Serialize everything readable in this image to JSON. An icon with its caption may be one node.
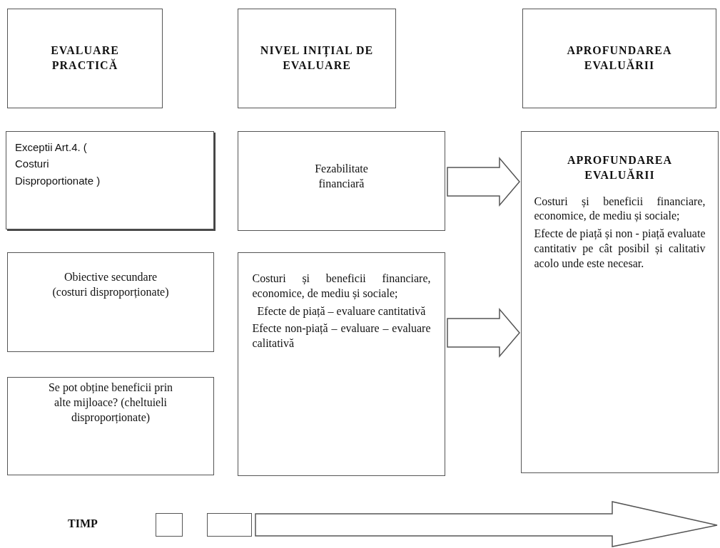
{
  "diagram": {
    "nodes": [
      {
        "text": [
          "EVALUARE PRACTICĂ"
        ]
      },
      {
        "text": [
          "NIVEL INIȚIAL DE EVALUARE"
        ]
      },
      {
        "text": [
          "APROFUNDAREA EVALUĂRII"
        ]
      },
      {
        "text": [
          "Exceptii Art.4. ( Costuri Disproportionate )"
        ]
      },
      {
        "text": [
          "Fezabilitate financiară"
        ]
      },
      {
        "text": [
          "APROFUNDAREA EVALUĂRII",
          "Costuri și beneficii financiare, economice, de mediu și sociale;",
          "Efecte de piață și non - piață evaluate cantitativ pe cât posibil și calitativ acolo unde este necesar."
        ]
      },
      {
        "text": [
          "Obiective secundare (costuri disproporționate)"
        ]
      },
      {
        "text": [
          "Se pot obține beneficii prin alte mijloace? (cheltuieli disproporționate)"
        ]
      },
      {
        "text": [
          "Costuri și beneficii financiare, economice, de mediu și sociale;",
          "Efecte de piață – evaluare cantitativă",
          "Efecte non-piață – evaluare – evaluare calitativă"
        ]
      },
      {
        "text": [],
        "shape": "box"
      },
      {
        "text": [],
        "shape": "box"
      }
    ],
    "edges": [
      {
        "from": 4,
        "to": 5,
        "arrow": "to"
      },
      {
        "from": 8,
        "to": 5,
        "arrow": "to"
      }
    ],
    "labels": [
      "TIMP"
    ]
  }
}
